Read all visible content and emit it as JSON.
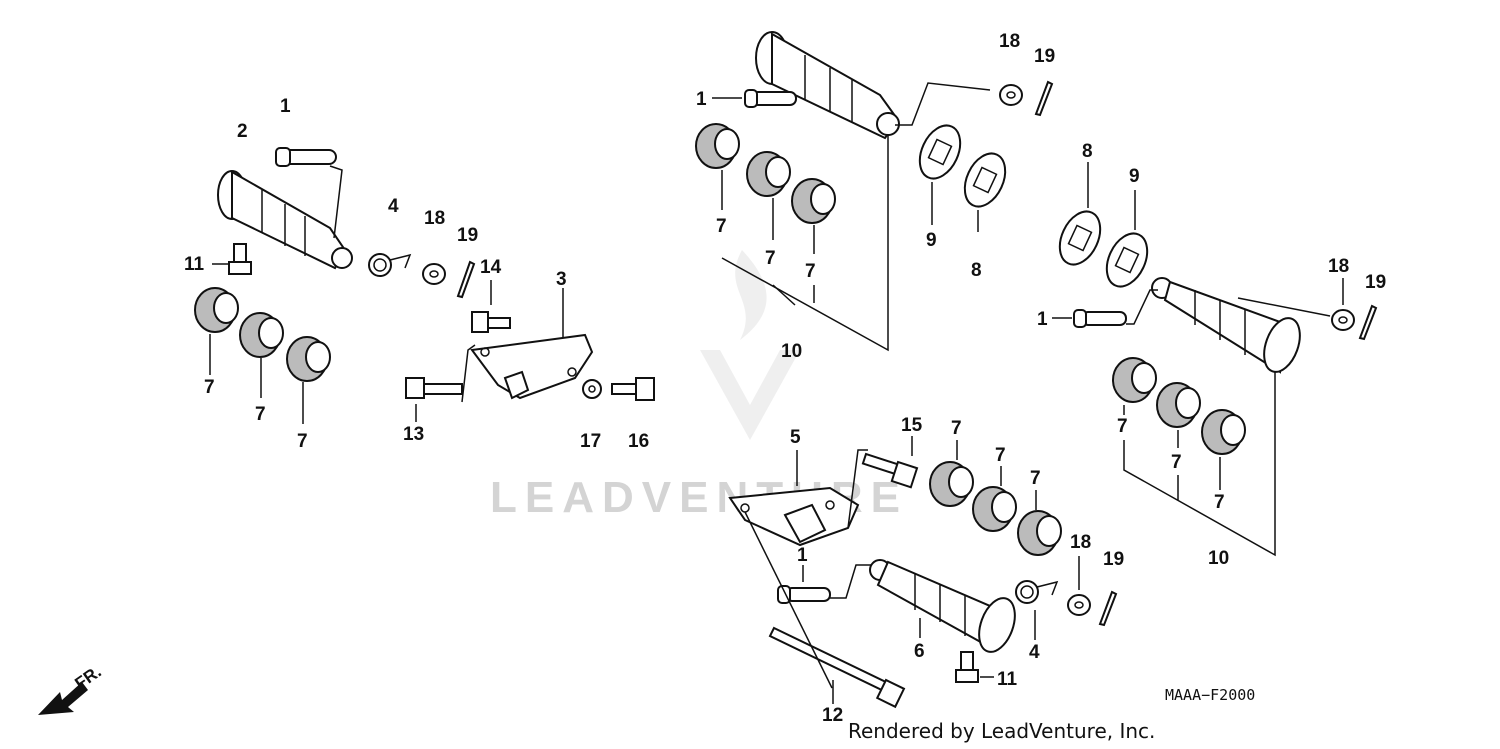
{
  "diagram": {
    "code": "MAAA−F2000",
    "credit": "Rendered by LeadVenture, Inc.",
    "watermark": "LEADVENTURE",
    "direction_label": "FR.",
    "callouts": {
      "c1a": "1",
      "c2": "2",
      "c4a": "4",
      "c18a": "18",
      "c19a": "19",
      "c11a": "11",
      "c14": "14",
      "c3": "3",
      "c7a": "7",
      "c7b": "7",
      "c7c": "7",
      "c13": "13",
      "c17": "17",
      "c16": "16",
      "c1b": "1",
      "c18b": "18",
      "c19b": "19",
      "c7d": "7",
      "c7e": "7",
      "c7f": "7",
      "c10a": "10",
      "c9a": "9",
      "c8a": "8",
      "c8b": "8",
      "c9b": "9",
      "c18c": "18",
      "c19c": "19",
      "c1c": "1",
      "c7g": "7",
      "c7h": "7",
      "c7i": "7",
      "c10b": "10",
      "c5": "5",
      "c15": "15",
      "c7j": "7",
      "c7k": "7",
      "c7l": "7",
      "c1d": "1",
      "c6": "6",
      "c4b": "4",
      "c18d": "18",
      "c19d": "19",
      "c11b": "11",
      "c12": "12"
    }
  }
}
